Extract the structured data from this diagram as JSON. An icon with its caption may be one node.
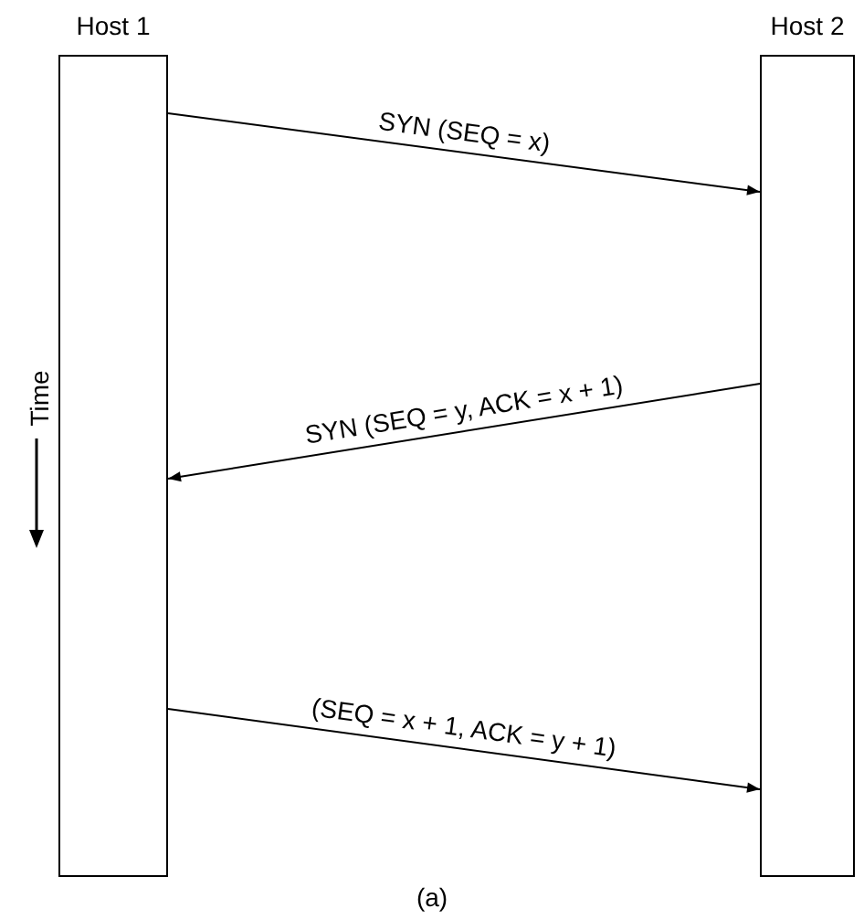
{
  "diagram": {
    "caption": "(a)",
    "nodes": [
      {
        "text": [
          "Host 1"
        ]
      },
      {
        "text": [
          "Host 2"
        ]
      }
    ],
    "edges": [
      {
        "from": 0,
        "to": 1,
        "arrow": "to",
        "label": "SYN (SEQ = x)"
      },
      {
        "from": 1,
        "to": 0,
        "arrow": "to",
        "label": "SYN (SEQ = y, ACK = x + 1)"
      },
      {
        "from": 0,
        "to": 1,
        "arrow": "to",
        "label": "(SEQ = x + 1, ACK = y + 1)"
      }
    ],
    "labels": [
      "Time"
    ]
  }
}
